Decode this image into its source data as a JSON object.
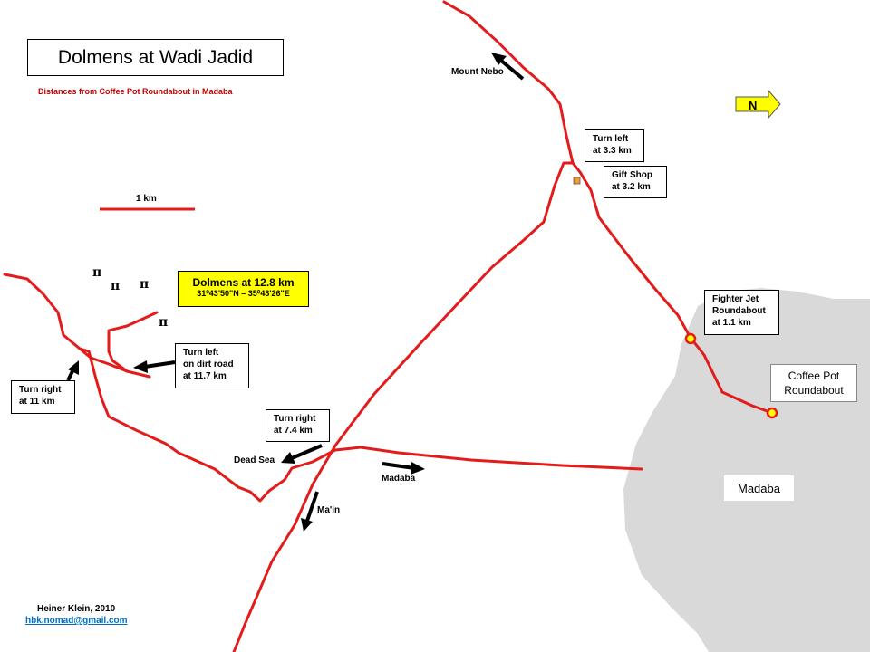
{
  "title": "Dolmens at Wadi Jadid",
  "subtitle": "Distances from Coffee Pot Roundabout in Madaba",
  "north_arrow": "N",
  "scale_label": "1 km",
  "dolmens": {
    "line1": "Dolmens at 12.8 km",
    "line2": "31⁰43'50\"N – 35⁰43'26\"E"
  },
  "dolmen_symbol": "π",
  "boxes": {
    "turn_left_3_3": [
      "Turn left",
      "at 3.3 km"
    ],
    "gift_shop": [
      "Gift Shop",
      "at 3.2 km"
    ],
    "fighter_jet": [
      "Fighter Jet",
      "Roundabout",
      "at 1.1 km"
    ],
    "coffee_pot": [
      "Coffee Pot",
      "Roundabout"
    ],
    "turn_right_7_4": [
      "Turn right",
      "at 7.4 km"
    ],
    "turn_left_dirt": [
      "Turn left",
      "on dirt road",
      "at 11.7 km"
    ],
    "turn_right_11": [
      "Turn right",
      "at 11 km"
    ]
  },
  "places": {
    "mount_nebo": "Mount Nebo",
    "dead_sea": "Dead Sea",
    "madaba_road": "Madaba",
    "main": "Ma'in",
    "madaba_town": "Madaba"
  },
  "credit": {
    "author": "Heiner Klein, 2010",
    "email": "hbk.nomad@gmail.com"
  },
  "colors": {
    "road": "#e31b1b",
    "town_area": "#d9d9d9",
    "highlight": "#ffff00",
    "subtitle": "#c00000",
    "email": "#0070c0",
    "gift_shop": "#f0a030"
  }
}
